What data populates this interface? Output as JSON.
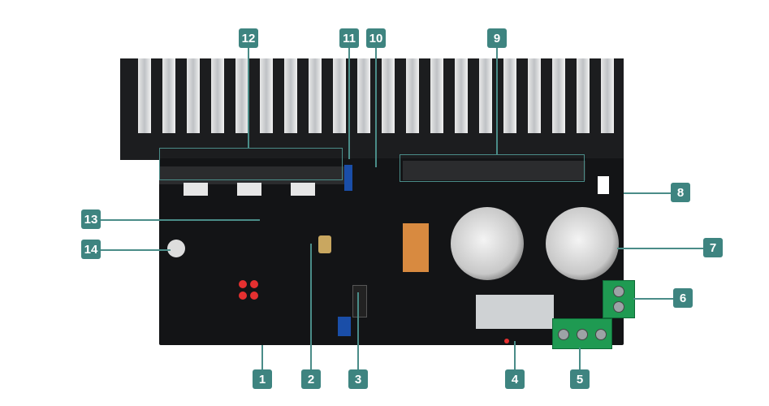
{
  "callouts": [
    "1",
    "2",
    "3",
    "4",
    "5",
    "6",
    "7",
    "8",
    "9",
    "10",
    "11",
    "12",
    "13",
    "14"
  ],
  "colors": {
    "badge": "#3e8480",
    "pcb": "#131416",
    "heatsink": "#1c1d1f"
  }
}
